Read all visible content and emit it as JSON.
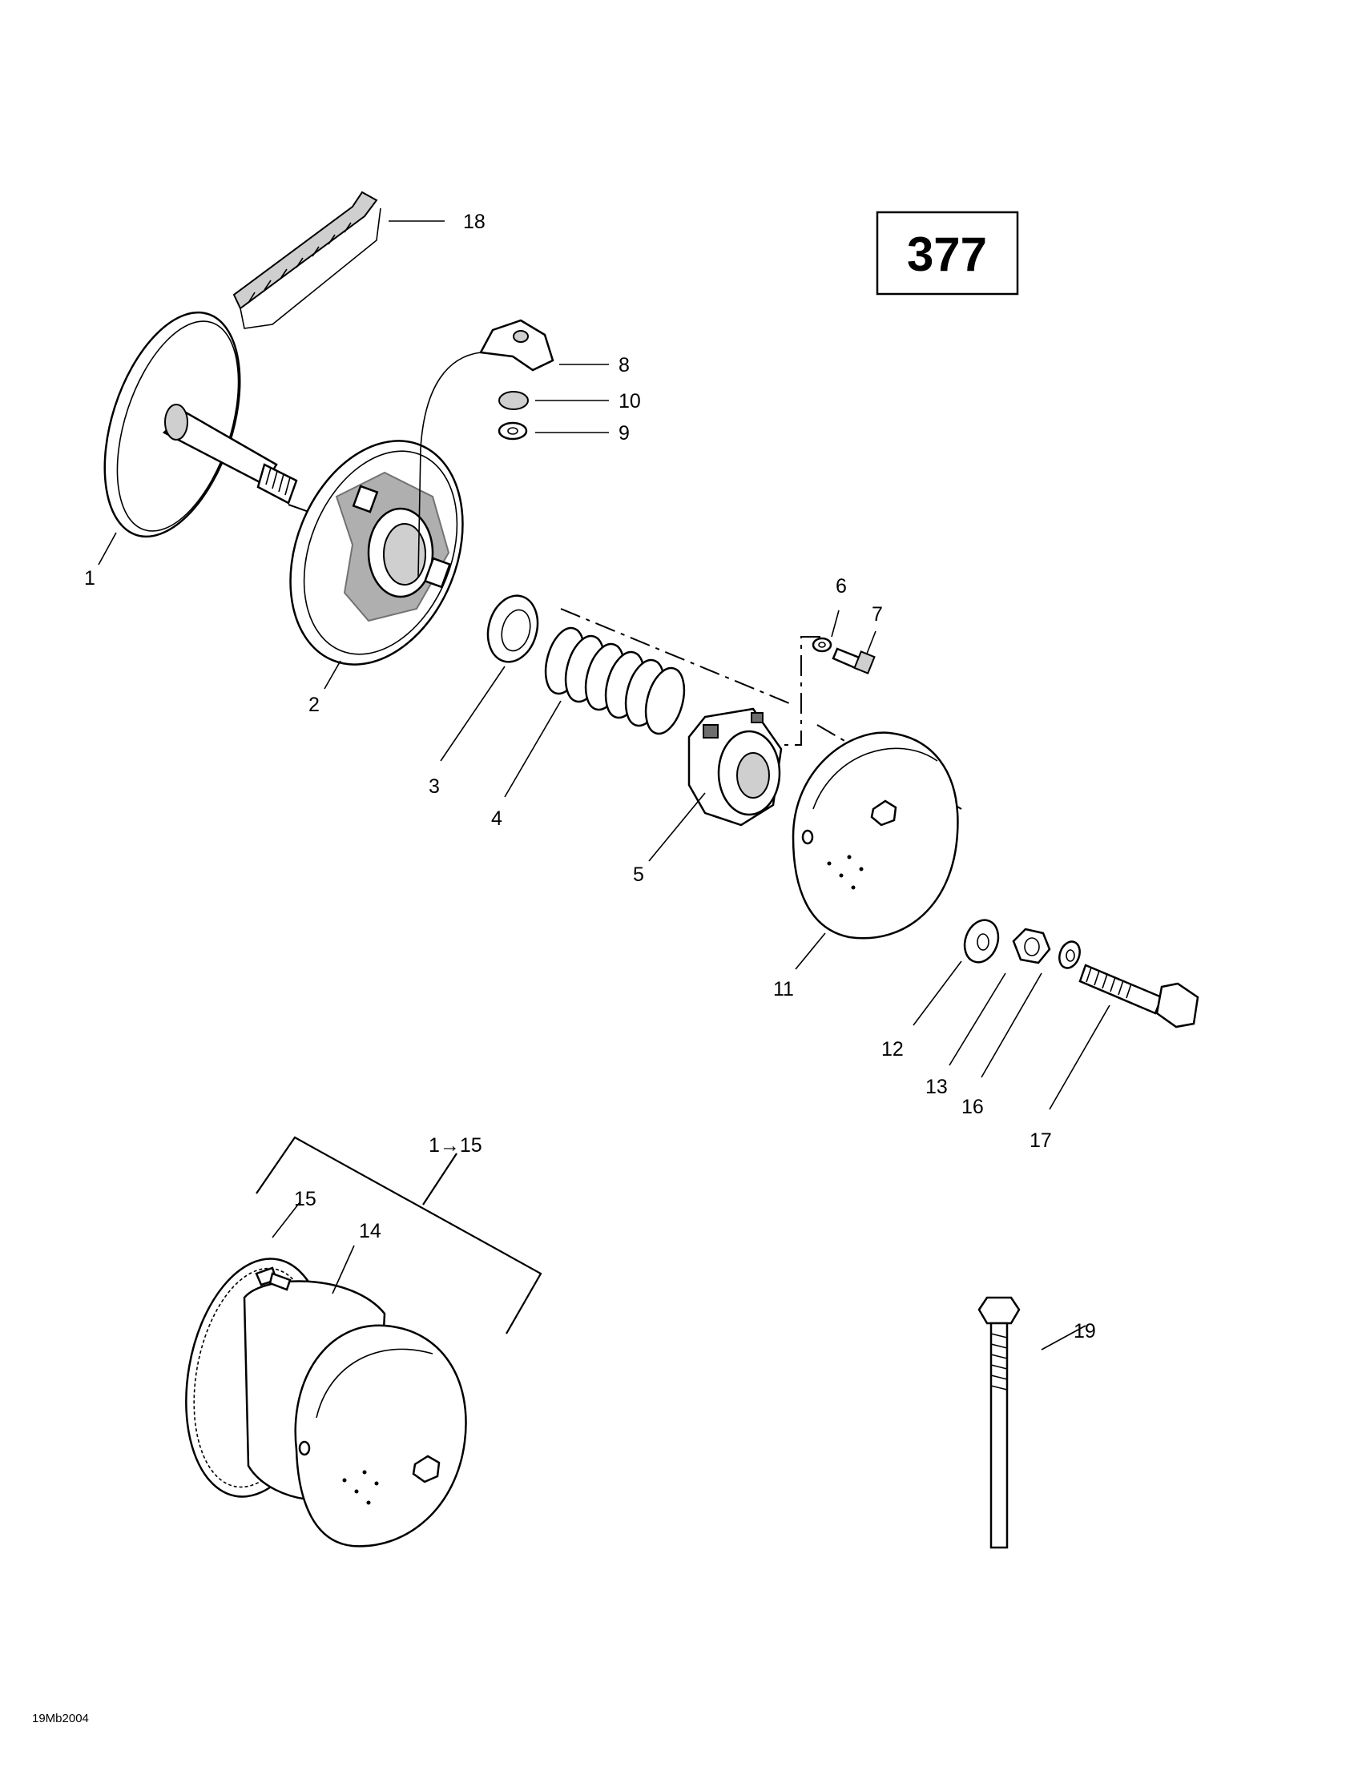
{
  "page_number": "377",
  "drawing_code": "19Mb2004",
  "assembly_label": "1→15",
  "callouts": [
    "1",
    "2",
    "3",
    "4",
    "5",
    "6",
    "7",
    "8",
    "9",
    "10",
    "11",
    "12",
    "13",
    "14",
    "15",
    "16",
    "17",
    "18",
    "19"
  ]
}
